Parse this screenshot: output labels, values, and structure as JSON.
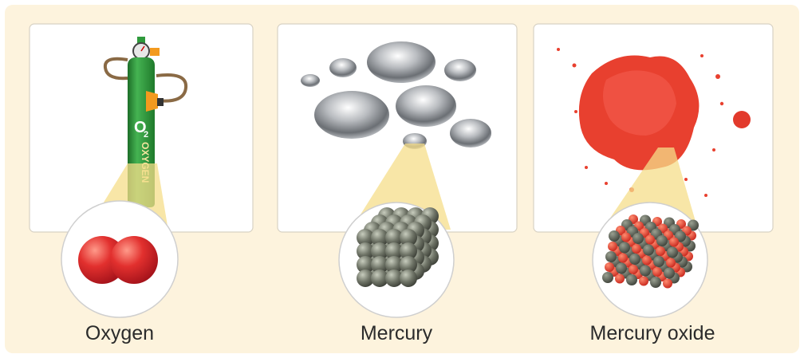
{
  "panels": [
    {
      "id": "oxygen",
      "caption": "Oxygen",
      "cylinder_label": "OXYGEN",
      "formula_symbol": "O",
      "formula_subscript": "2"
    },
    {
      "id": "mercury",
      "caption": "Mercury"
    },
    {
      "id": "mercury-oxide",
      "caption": "Mercury oxide"
    }
  ],
  "colors": {
    "background": "#fdf3dd",
    "card": "#ffffff",
    "cylinder_green": "#2f9a3c",
    "callout_yellow": "#f5de8a",
    "oxygen_atom": "#d9252a",
    "mercury_atom": "#6f7467",
    "mercury_oxide_red": "#e8402f",
    "valve_orange": "#f39a1e"
  }
}
